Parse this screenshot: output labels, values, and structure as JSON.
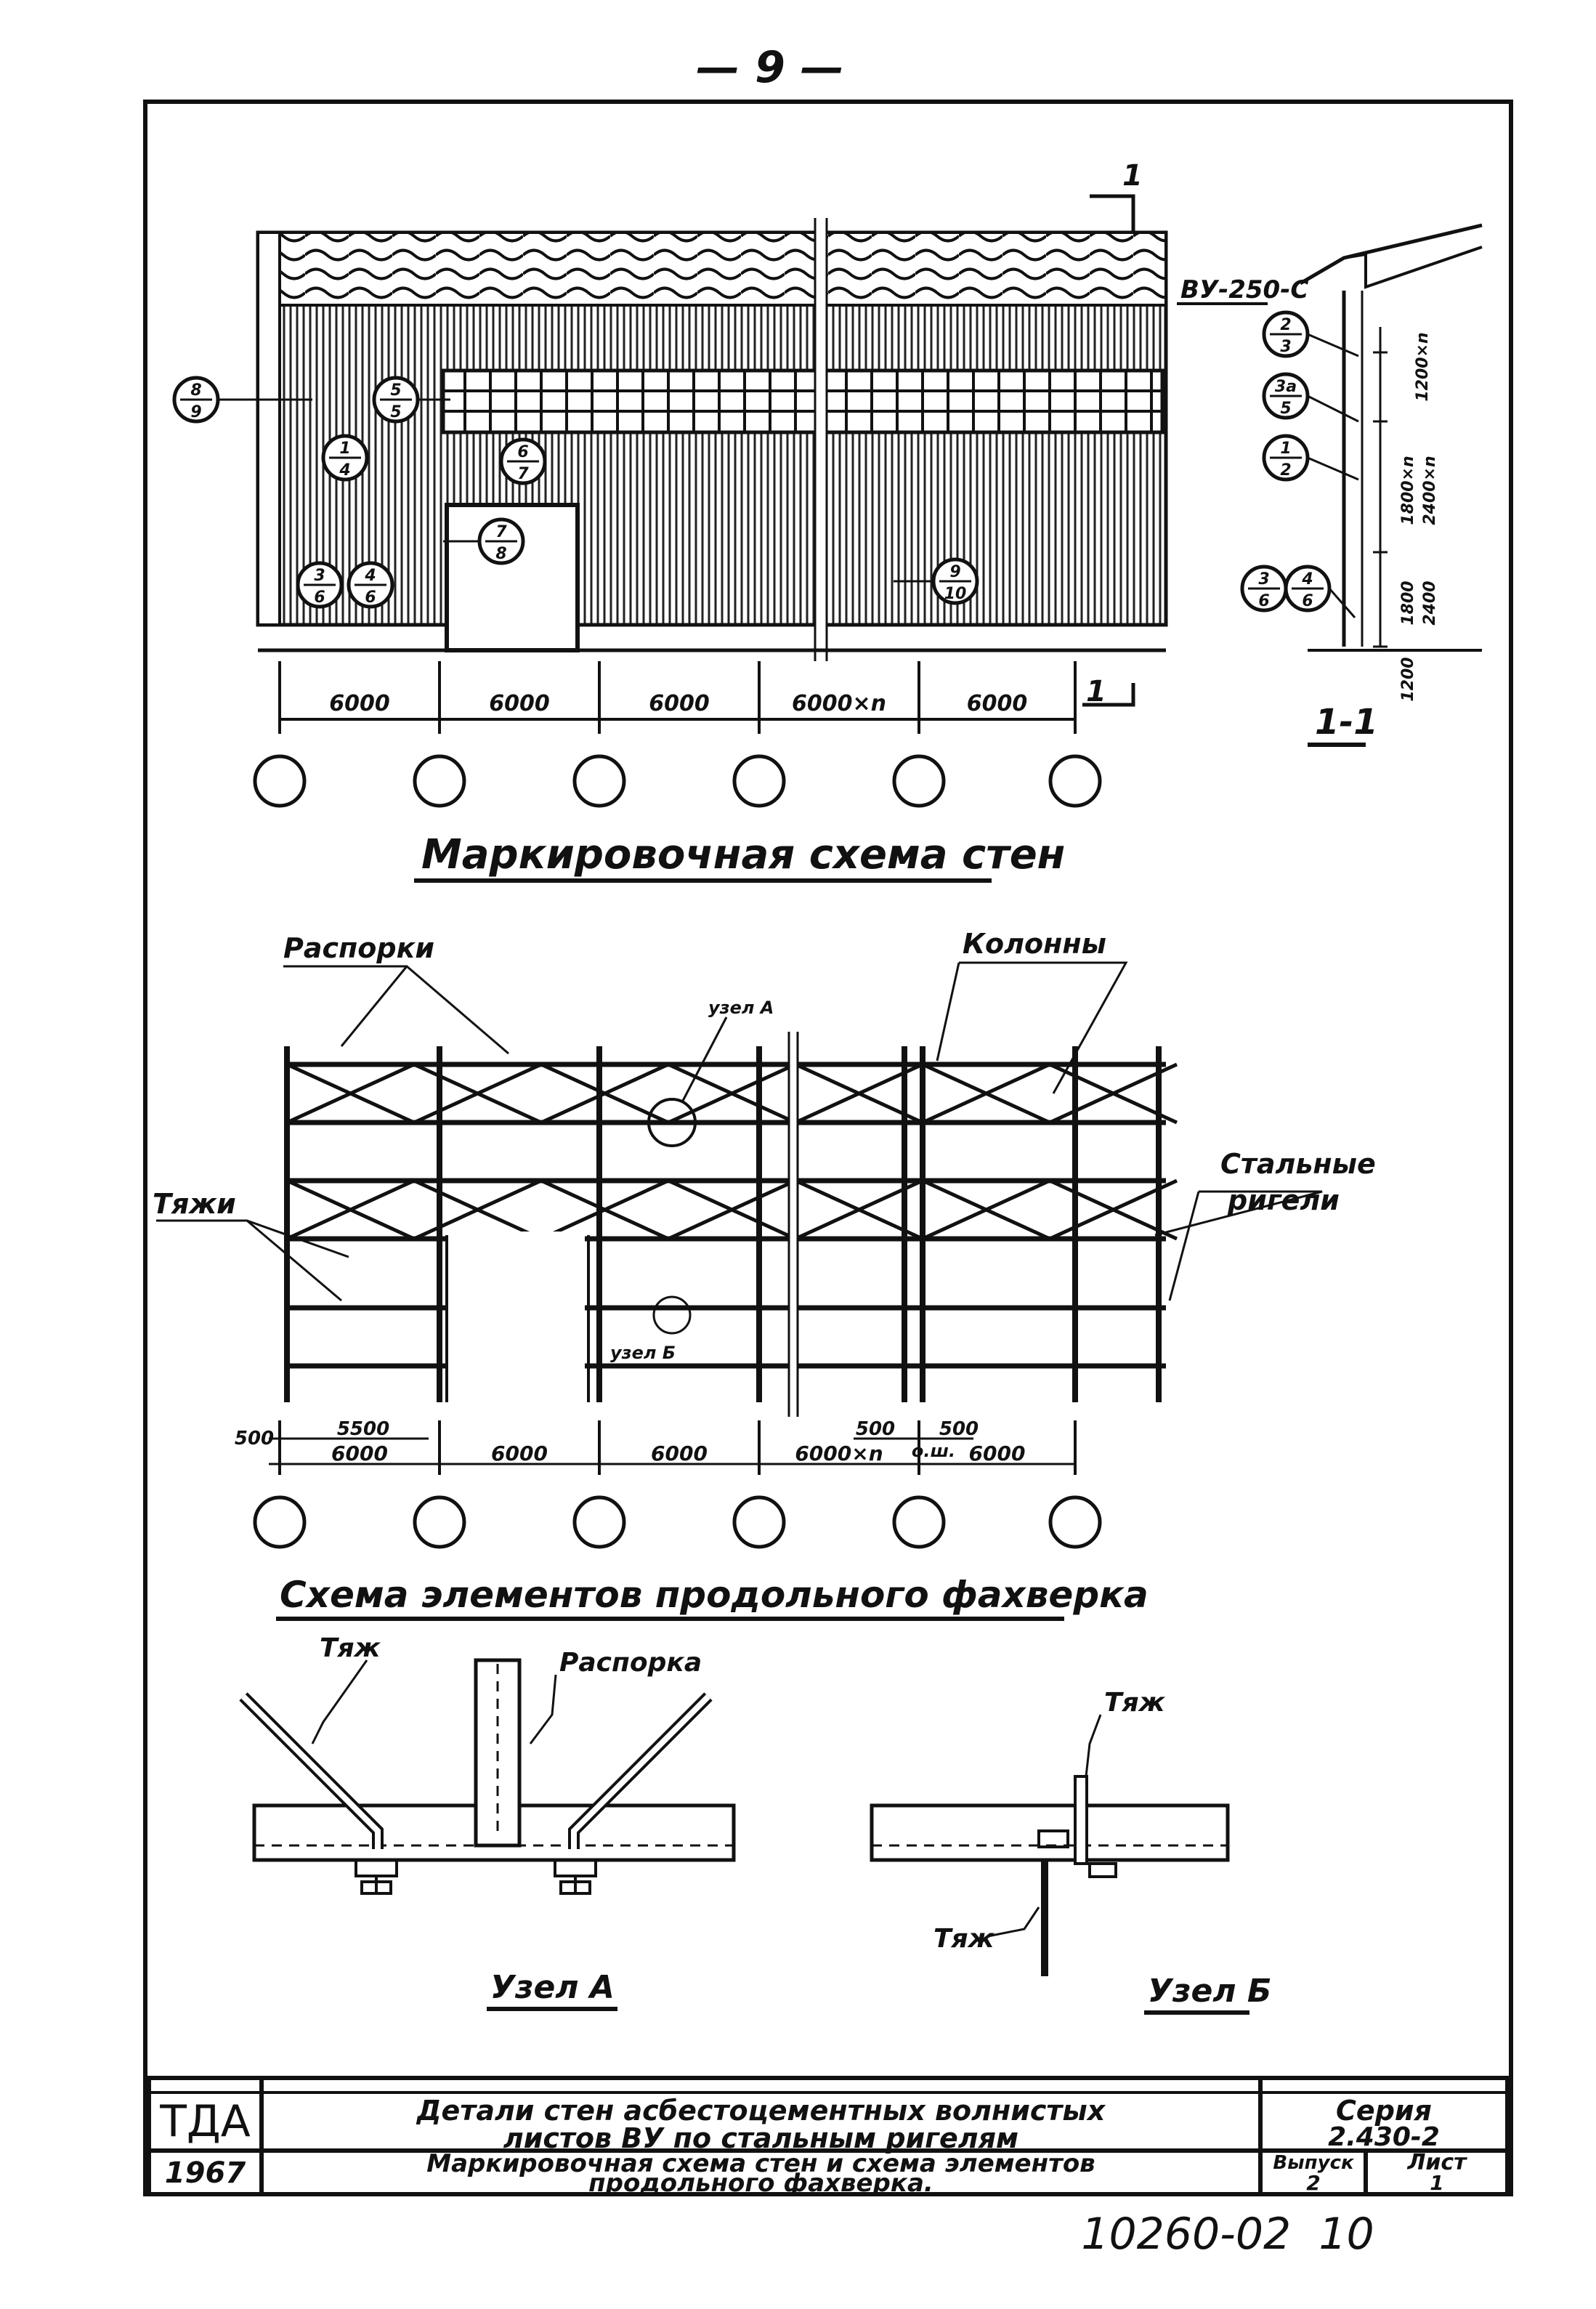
{
  "page_number": "— 9 —",
  "elevation": {
    "title": "Маркировочная схема стен",
    "sheet_label": "ВУ-250-С",
    "section_mark": "1",
    "section_title": "1-1",
    "dims": [
      "6000",
      "6000",
      "6000",
      "6000×n",
      "6000"
    ],
    "section_dims": [
      "1200×n",
      "1800×n",
      "2400×n",
      "1800",
      "2400",
      "1200"
    ],
    "markers": [
      {
        "top": "8",
        "bottom": "9"
      },
      {
        "top": "5",
        "bottom": "5"
      },
      {
        "top": "1",
        "bottom": "4"
      },
      {
        "top": "6",
        "bottom": "7"
      },
      {
        "top": "7",
        "bottom": "8"
      },
      {
        "top": "3",
        "bottom": "6"
      },
      {
        "top": "4",
        "bottom": "6"
      },
      {
        "top": "9",
        "bottom": "10"
      }
    ],
    "section_markers": [
      {
        "top": "2",
        "bottom": "3"
      },
      {
        "top": "3a",
        "bottom": "5"
      },
      {
        "top": "1",
        "bottom": "2"
      },
      {
        "top": "3",
        "bottom": "6"
      },
      {
        "top": "4",
        "bottom": "6"
      }
    ]
  },
  "framework": {
    "title": "Схема элементов продольного фахверка",
    "label_struts": "Распорки",
    "label_columns": "Колонны",
    "label_ties": "Тяжи",
    "label_girders_1": "Стальные",
    "label_girders_2": "ригели",
    "node_a": "узел А",
    "node_b": "узел Б",
    "dims_top": [
      "500",
      "5500",
      "500",
      "500"
    ],
    "dims_bottom": [
      "6000",
      "6000",
      "6000",
      "6000×n",
      "6000"
    ],
    "axis_label": "о.ш."
  },
  "details": {
    "node_a_title": "Узел А",
    "node_b_title": "Узел Б",
    "tie": "Тяж",
    "strut": "Распорка"
  },
  "title_block": {
    "logo": "ТДА",
    "year": "1967",
    "main_title_1": "Детали стен асбестоцементных волнистых",
    "main_title_2": "листов ВУ по стальным ригелям",
    "series_label": "Серия",
    "series_value": "2.430-2",
    "sheet_title_1": "Маркировочная схема стен и схема элементов",
    "sheet_title_2": "продольного фахверка.",
    "issue_label": "Выпуск",
    "issue_value": "2",
    "sheet_label": "Лист",
    "sheet_value": "1"
  },
  "doc_number": "10260-02  10"
}
